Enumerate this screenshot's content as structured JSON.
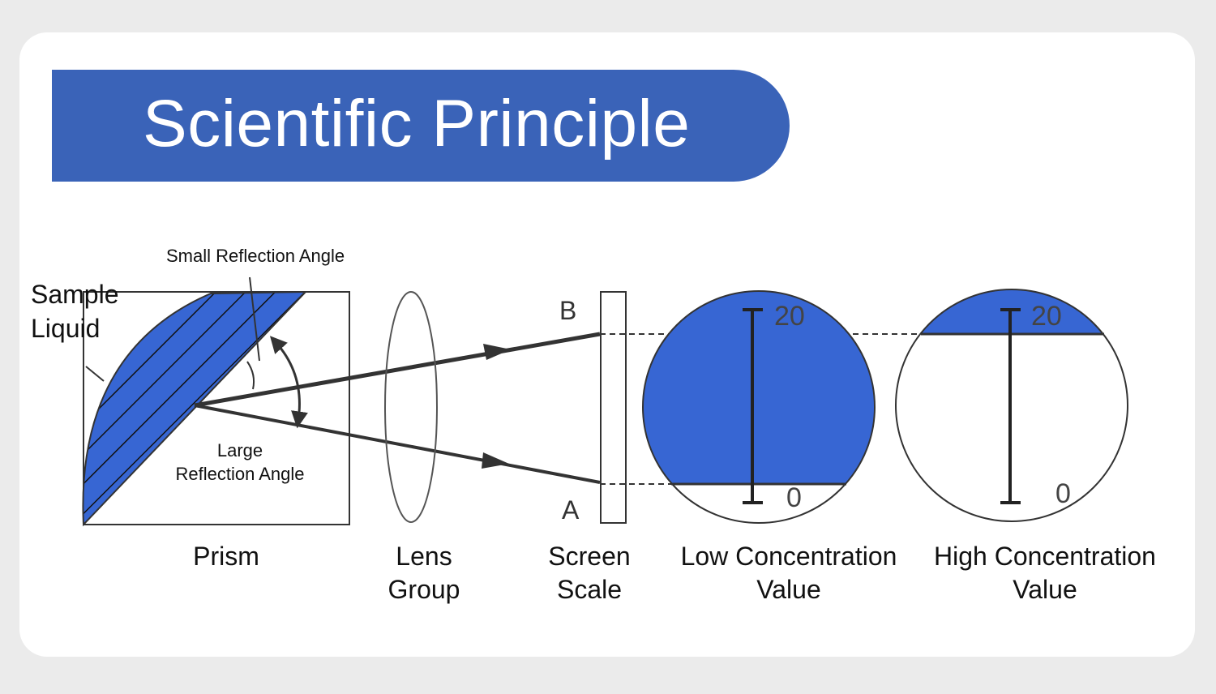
{
  "header": {
    "title": "Scientific Principle"
  },
  "labels": {
    "sample_liquid": [
      "Sample",
      "Liquid"
    ],
    "small_angle": "Small Reflection Angle",
    "large_angle": [
      "Large",
      "Reflection Angle"
    ],
    "point_b": "B",
    "point_a": "A"
  },
  "captions": {
    "prism": [
      "Prism"
    ],
    "lens": [
      "Lens",
      "Group"
    ],
    "screen": [
      "Screen",
      "Scale"
    ],
    "low": [
      "Low Concentration",
      "Value"
    ],
    "high": [
      "High Concentration",
      "Value"
    ]
  },
  "scales": {
    "low": {
      "top": "20",
      "bottom": "0"
    },
    "high": {
      "top": "20",
      "bottom": "0"
    }
  },
  "colors": {
    "accent": "#3a63b8",
    "fill": "#3766d3",
    "line": "#333333"
  }
}
